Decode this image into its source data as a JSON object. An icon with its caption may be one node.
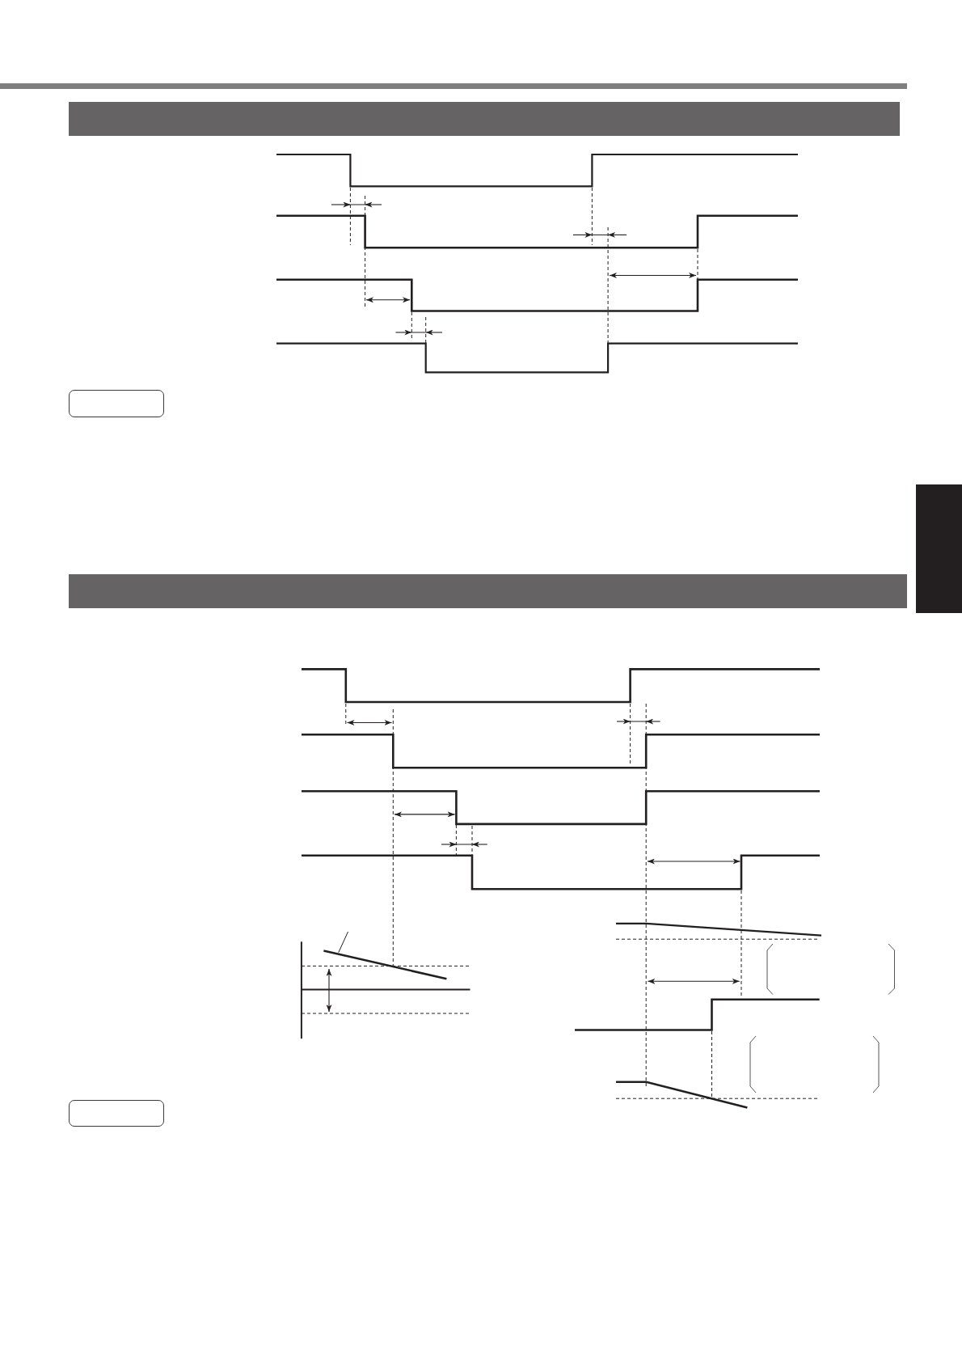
{
  "diagram": {
    "nodes": [
      {
        "text": [],
        "shape": "bar"
      },
      {
        "text": [],
        "shape": "box"
      },
      {
        "text": [],
        "shape": "bar"
      },
      {
        "text": [],
        "shape": "box"
      },
      {
        "text": [],
        "shape": "bar"
      }
    ]
  }
}
